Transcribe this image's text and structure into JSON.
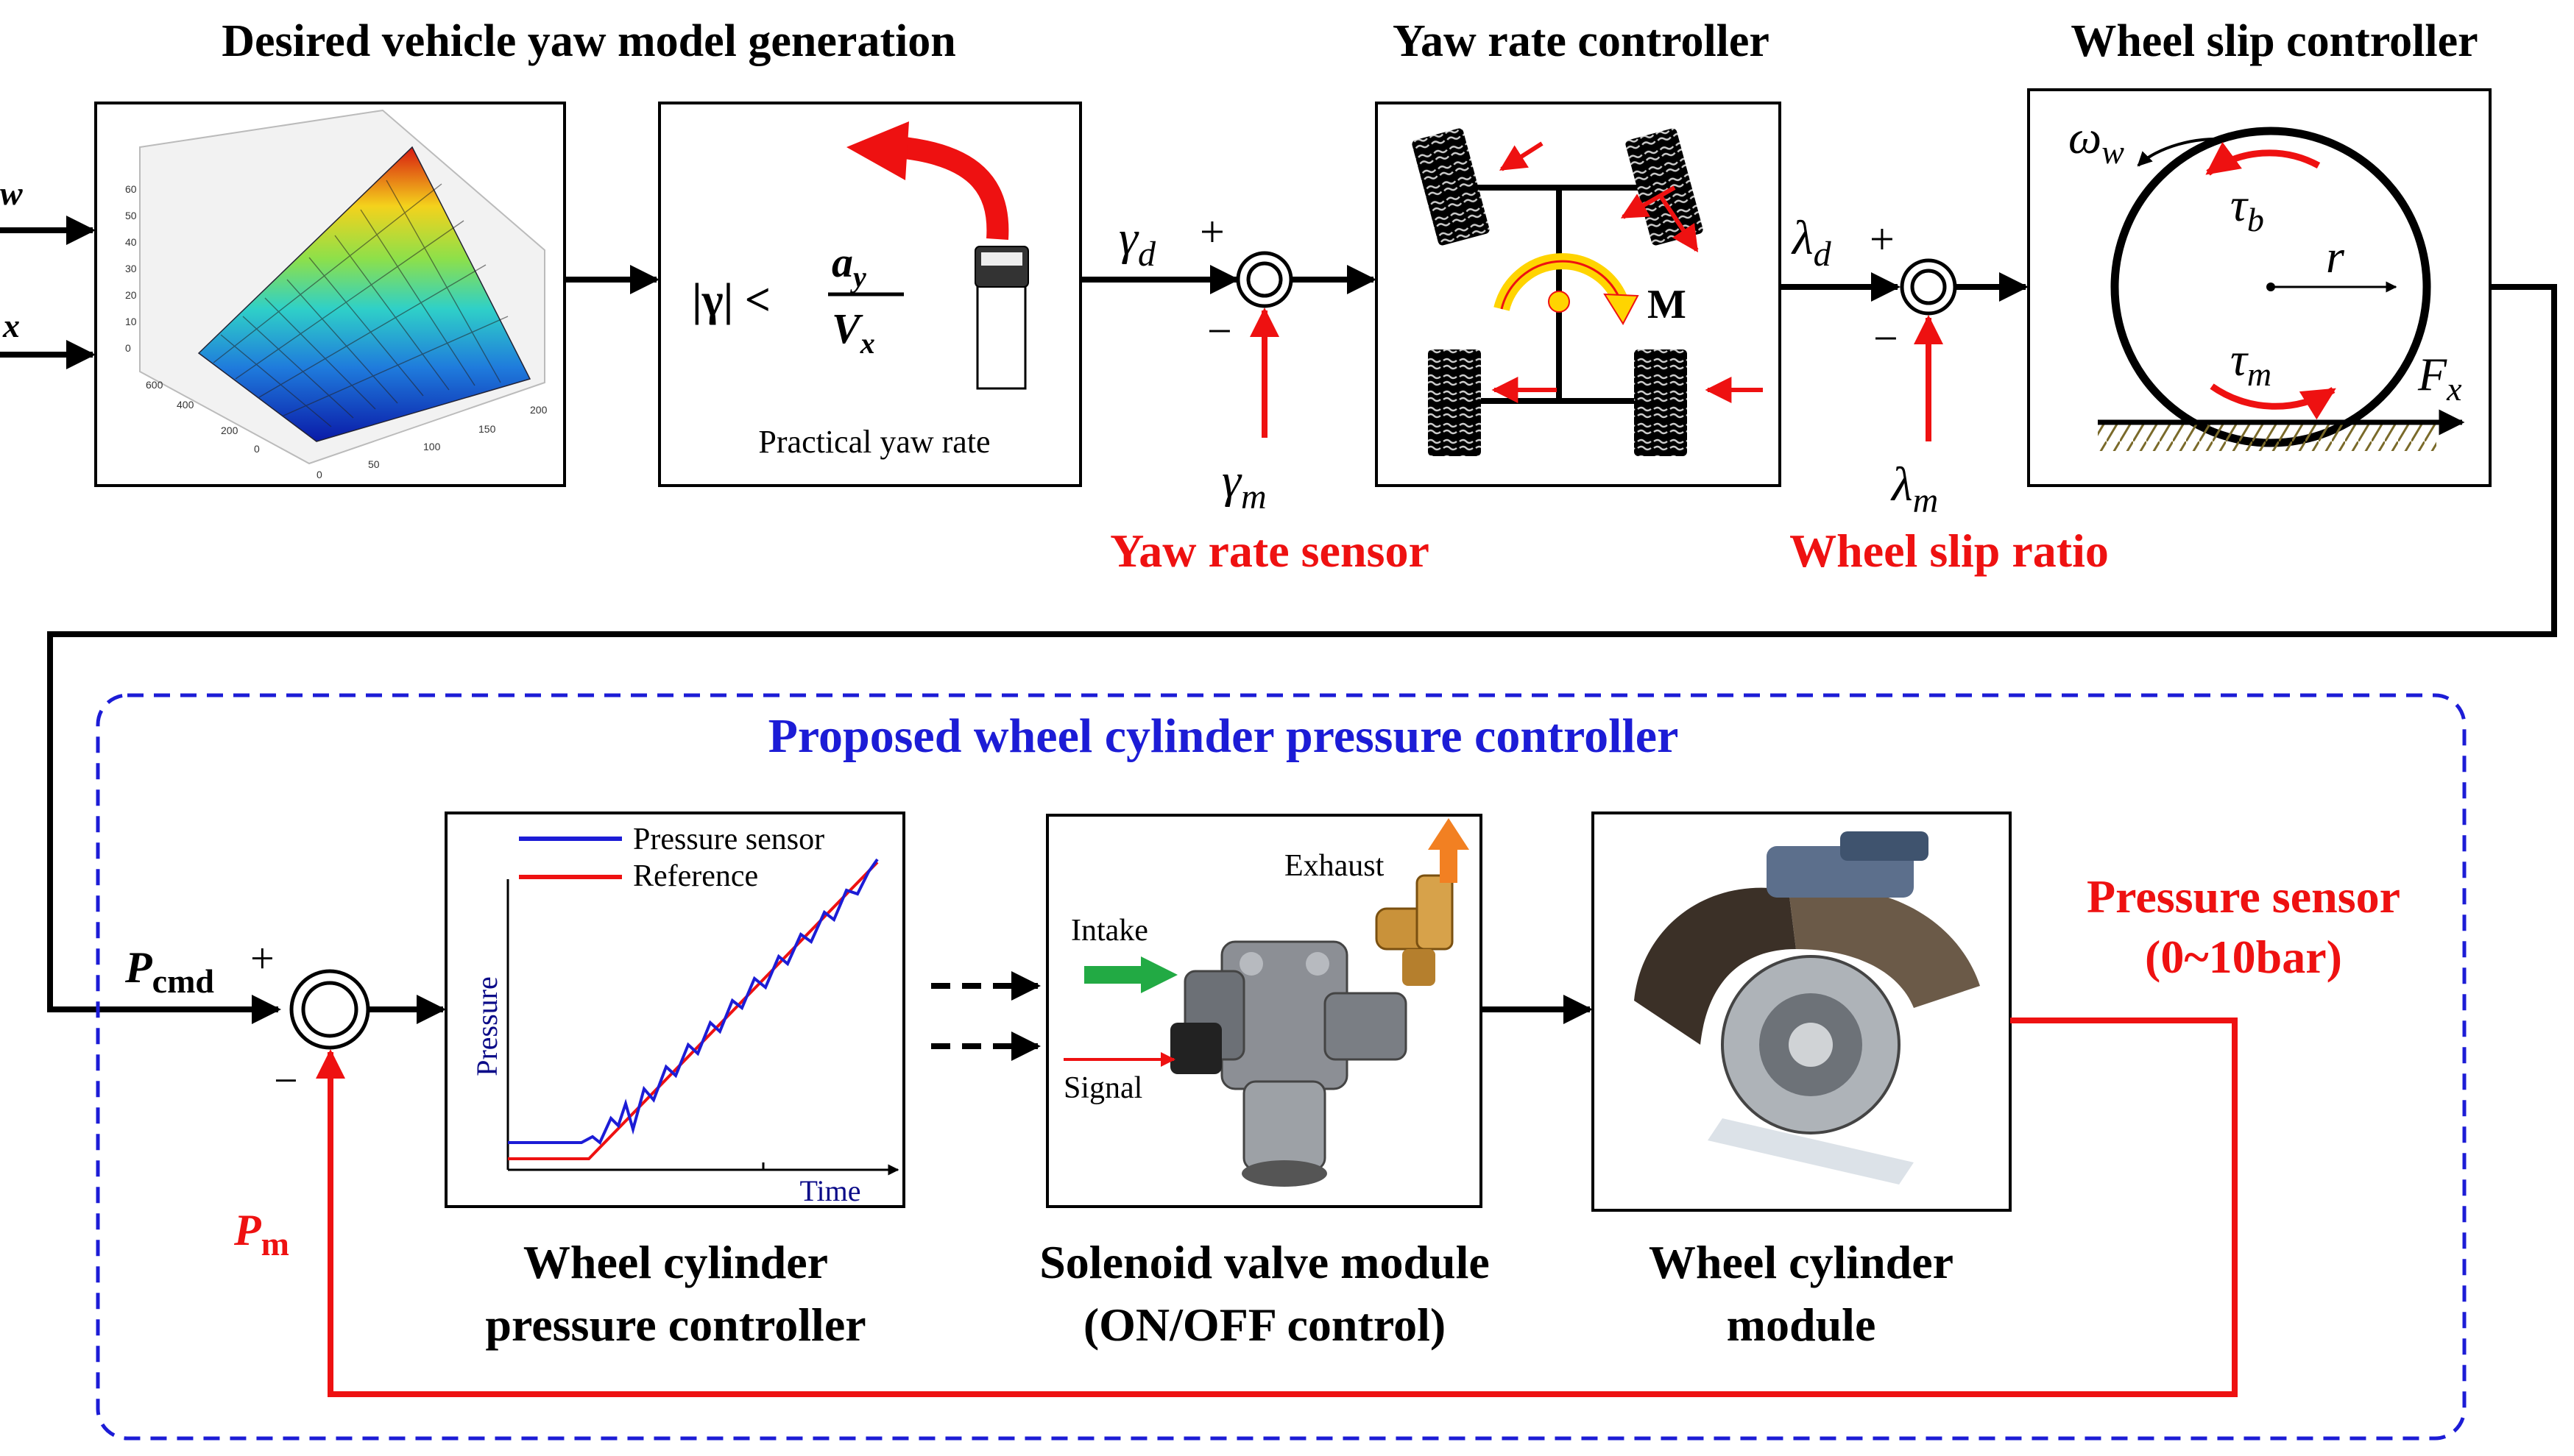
{
  "colors": {
    "red": "#ee1111",
    "blue": "#1c1cd6",
    "black": "#000000",
    "green": "#22aa44",
    "orange": "#f28022",
    "yellow": "#ffd400"
  },
  "top": {
    "desired_title": "Desired vehicle yaw model generation",
    "yaw_ctrl_title": "Yaw rate controller",
    "slip_ctrl_title": "Wheel slip controller",
    "input_w": "w",
    "input_x": "x",
    "practical_label": "Practical yaw rate",
    "formula_lhs": "|γ| <",
    "formula_num": "a",
    "formula_num_sub": "y",
    "formula_den": "V",
    "formula_den_sub": "x",
    "gamma_d": "γ",
    "gamma_d_sub": "d",
    "gamma_m": "γ",
    "gamma_m_sub": "m",
    "lambda_d": "λ",
    "lambda_d_sub": "d",
    "lambda_m": "λ",
    "lambda_m_sub": "m",
    "plus": "+",
    "minus": "−",
    "moment_label": "M",
    "yaw_sensor_label": "Yaw rate sensor",
    "slip_ratio_label": "Wheel slip ratio",
    "omega": "ω",
    "omega_sub": "w",
    "tau_b": "τ",
    "tau_b_sub": "b",
    "tau_m": "τ",
    "tau_m_sub": "m",
    "r": "r",
    "fx": "F",
    "fx_sub": "x",
    "surf_axis_ticks": [
      "60",
      "50",
      "40",
      "30",
      "20",
      "10",
      "0",
      "600",
      "400",
      "200",
      "0",
      "0",
      "50",
      "100",
      "150",
      "200"
    ]
  },
  "bottom": {
    "group_title": "Proposed wheel cylinder pressure controller",
    "p_cmd": "P",
    "p_cmd_sub": "cmd",
    "p_m": "P",
    "p_m_sub": "m",
    "plus": "+",
    "minus": "−",
    "pressure_sensor_label": "Pressure sensor",
    "pressure_range_label": "(0~10bar)",
    "controller_label_1": "Wheel cylinder",
    "controller_label_2": "pressure controller",
    "valve_label_1": "Solenoid valve module",
    "valve_label_2": "(ON/OFF control)",
    "cylinder_label_1": "Wheel cylinder",
    "cylinder_label_2": "module",
    "exhaust": "Exhaust",
    "intake": "Intake",
    "signal": "Signal",
    "plot_legend_sensor": "Pressure sensor",
    "plot_legend_reference": "Reference",
    "plot_ylabel": "Pressure",
    "plot_xlabel": "Time"
  }
}
